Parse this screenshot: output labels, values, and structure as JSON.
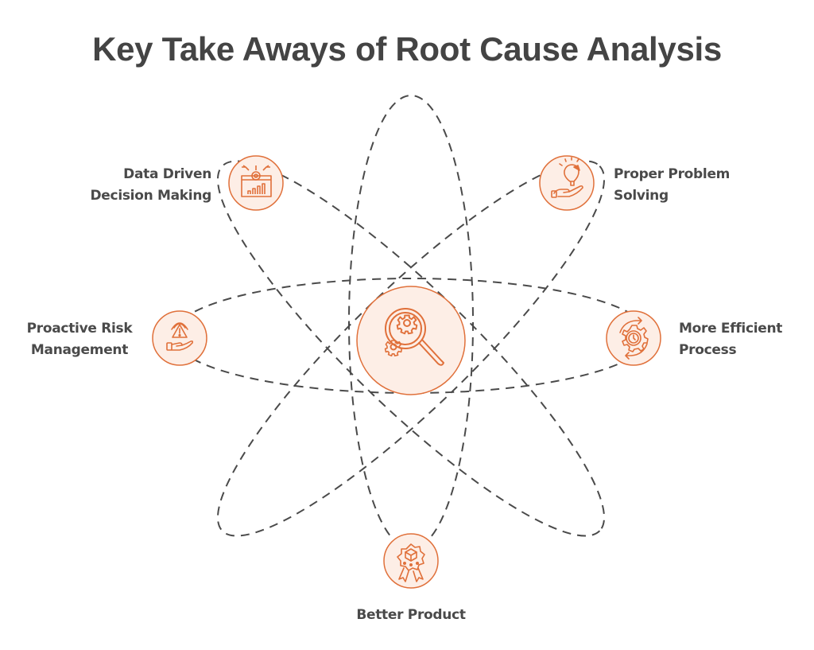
{
  "title": "Key Take Aways of Root Cause Analysis",
  "colors": {
    "accent": "#e0703a",
    "circle_fill": "#fdeee6",
    "orbit": "#4a4a4a",
    "text": "#4a4a4a"
  },
  "center": {
    "icon": "magnifier-gears-icon"
  },
  "items": [
    {
      "id": "data-driven",
      "lines": [
        "Data Driven",
        "Decision Making"
      ],
      "icon": "dashboard-chart-gear-icon"
    },
    {
      "id": "proper-problem",
      "lines": [
        "Proper Problem",
        "Solving"
      ],
      "icon": "hand-lightbulb-icon"
    },
    {
      "id": "proactive-risk",
      "lines": [
        "Proactive Risk",
        "Management"
      ],
      "icon": "hand-warning-gear-icon"
    },
    {
      "id": "efficient-process",
      "lines": [
        "More Efficient",
        "Process"
      ],
      "icon": "gear-cycle-clock-icon"
    },
    {
      "id": "better-product",
      "lines": [
        "Better Product"
      ],
      "icon": "award-badge-box-icon"
    }
  ]
}
